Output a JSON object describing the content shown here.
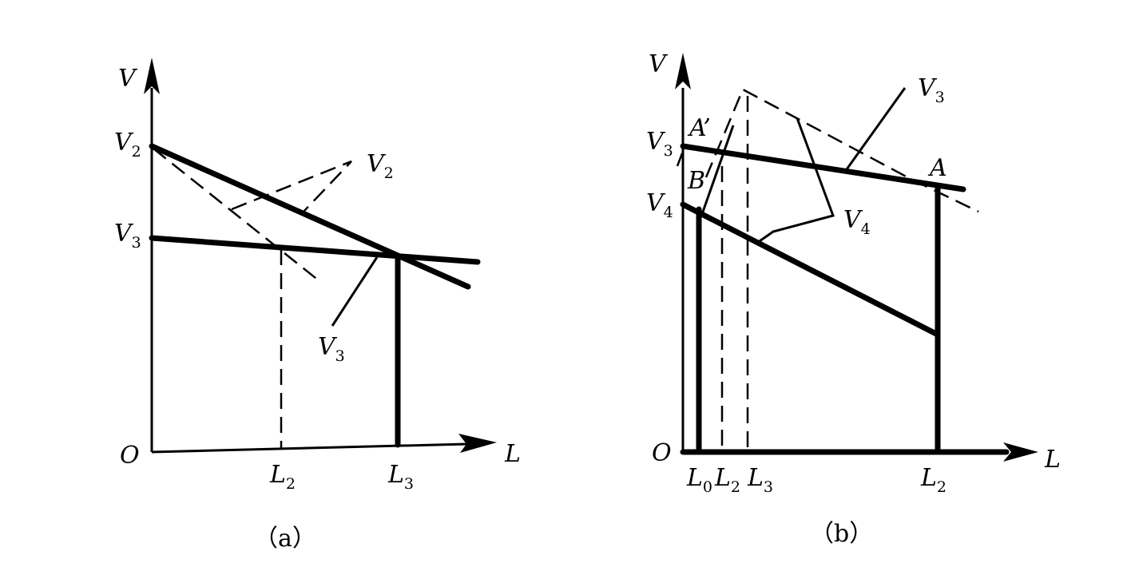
{
  "panel_a": {
    "y_axis_label": "V",
    "x_axis_label": "L",
    "origin": "O",
    "y_ticks": [
      {
        "main": "V",
        "sub": "2"
      },
      {
        "main": "V",
        "sub": "3"
      }
    ],
    "x_ticks": [
      {
        "main": "L",
        "sub": "2"
      },
      {
        "main": "L",
        "sub": "3"
      }
    ],
    "curve_labels": [
      {
        "main": "V",
        "sub": "2"
      },
      {
        "main": "V",
        "sub": "3"
      }
    ],
    "caption": "（a）"
  },
  "panel_b": {
    "y_axis_label": "V",
    "x_axis_label": "L",
    "origin": "O",
    "y_ticks": [
      {
        "main": "V",
        "sub": "3"
      },
      {
        "main": "V",
        "sub": "4"
      }
    ],
    "x_ticks": [
      {
        "main": "L",
        "sub": "0"
      },
      {
        "main": "L",
        "sub": "2"
      },
      {
        "main": "L",
        "sub": "3"
      },
      {
        "main": "L",
        "sub": "2"
      }
    ],
    "curve_labels": [
      {
        "main": "V",
        "sub": "3"
      },
      {
        "main": "V",
        "sub": "4"
      }
    ],
    "points": [
      "A’",
      "B",
      "A"
    ],
    "caption": "（b）"
  }
}
